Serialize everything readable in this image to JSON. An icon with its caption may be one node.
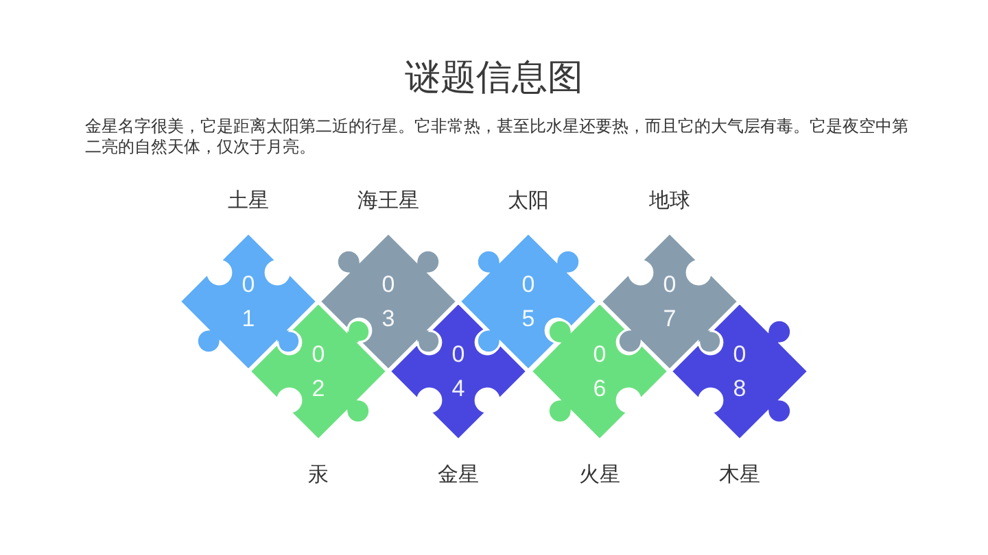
{
  "diagram": {
    "title": "谜题信息图",
    "nodes": [
      {
        "text": [
          "01"
        ],
        "beside": [
          "土星"
        ]
      },
      {
        "text": [
          "02"
        ],
        "beside": [
          "汞"
        ]
      },
      {
        "text": [
          "03"
        ],
        "beside": [
          "海王星"
        ]
      },
      {
        "text": [
          "04"
        ],
        "beside": [
          "金星"
        ]
      },
      {
        "text": [
          "05"
        ],
        "beside": [
          "太阳"
        ]
      },
      {
        "text": [
          "06"
        ],
        "beside": [
          "火星"
        ]
      },
      {
        "text": [
          "07"
        ],
        "beside": [
          "地球"
        ]
      },
      {
        "text": [
          "08"
        ],
        "beside": [
          "木星"
        ]
      }
    ],
    "labels": [
      "金星名字很美，它是距离太阳第二近的行星。它非常热，甚至比水星还要热，而且它的大气层有毒。它是夜空中第二亮的自然天体，仅次于月亮。"
    ]
  }
}
